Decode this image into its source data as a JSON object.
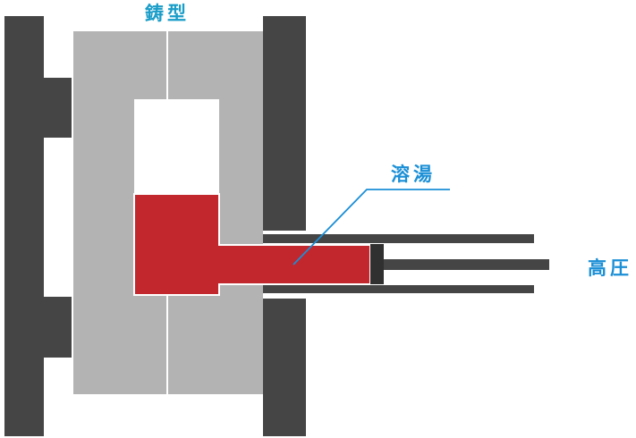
{
  "labels": {
    "mold": "鋳型",
    "molten_metal": "溶湯",
    "high_pressure": "高圧"
  },
  "colors": {
    "platen": "#454545",
    "mold": "#b3b3b3",
    "cavity": "#ffffff",
    "molten_metal": "#c1272d",
    "label_teal": "#1a9dc8",
    "label_blue": "#1b8fd6",
    "leader_line": "#1b8fd6"
  }
}
